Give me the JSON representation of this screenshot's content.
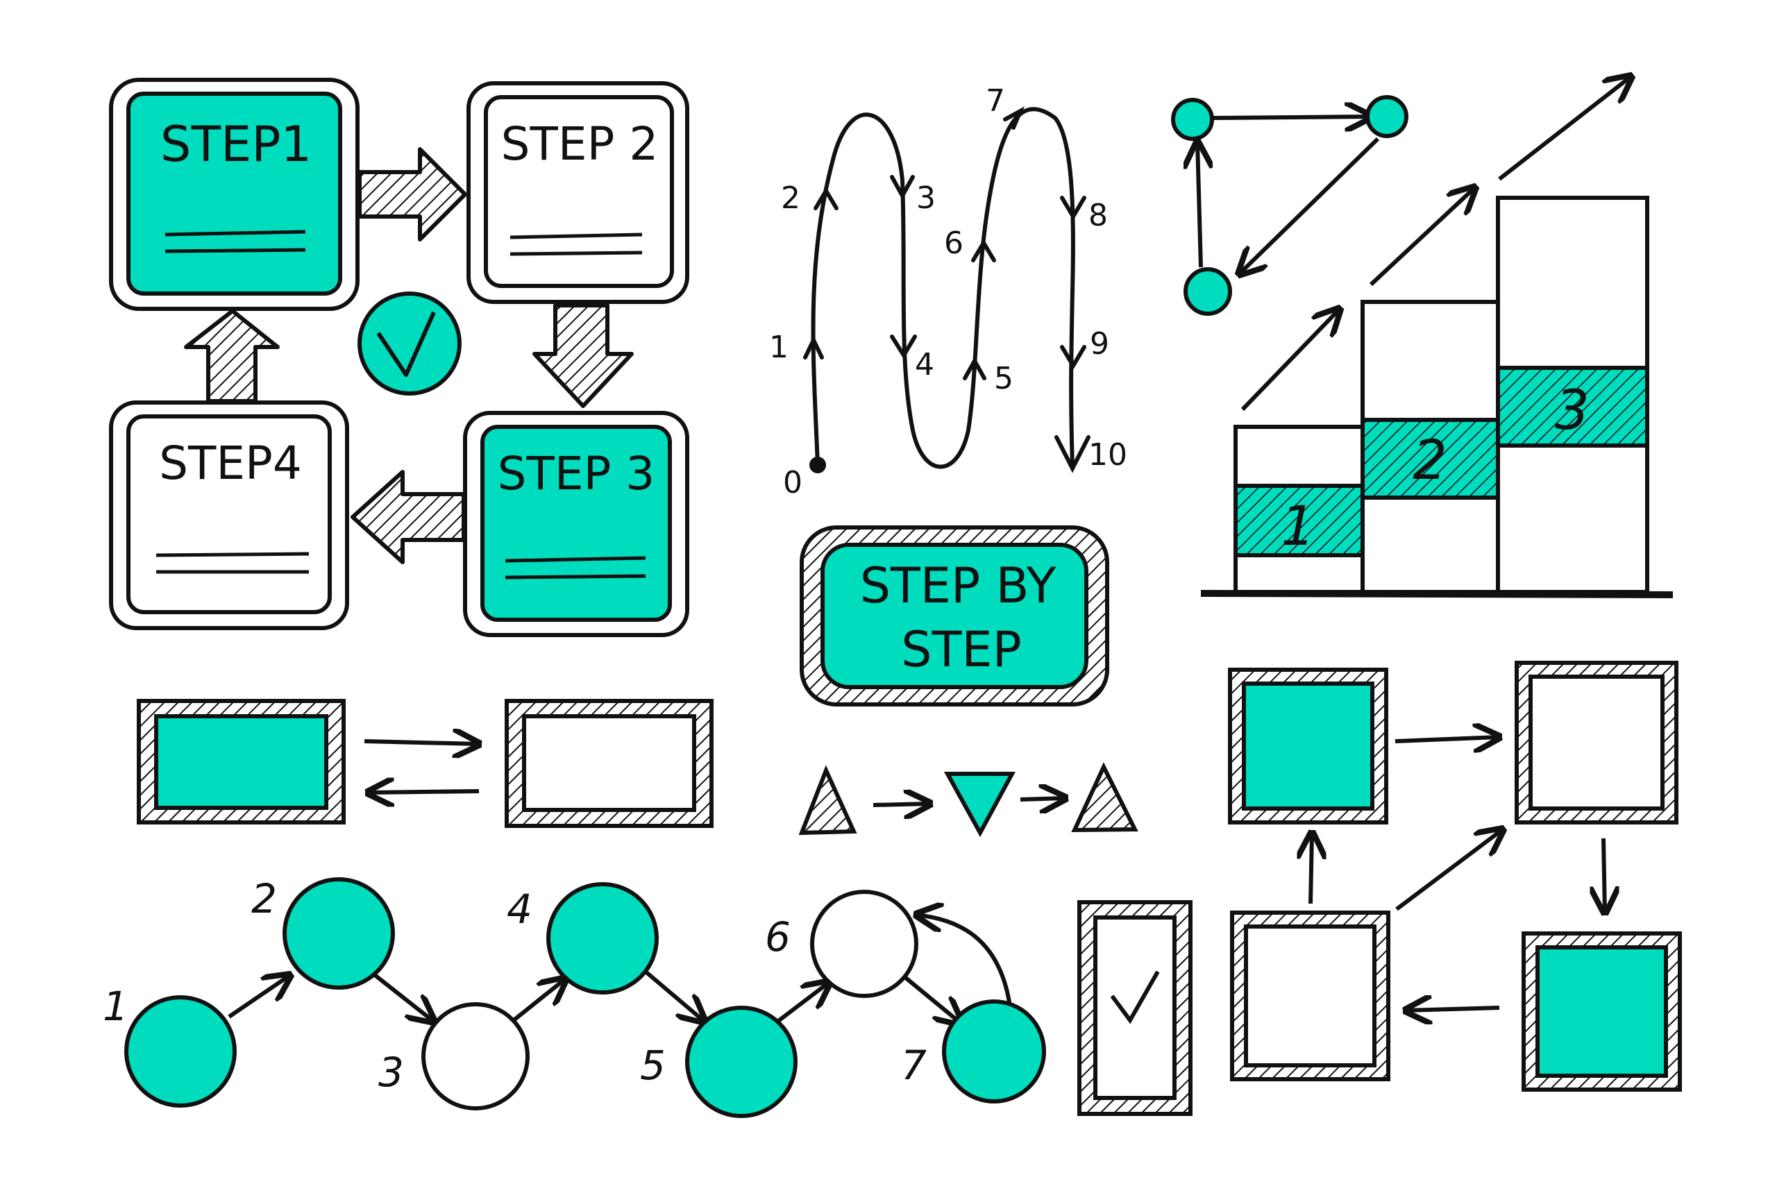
{
  "colors": {
    "accent": "#00DDBE",
    "ink": "#111111",
    "paper": "#FFFFFF"
  },
  "cycle": {
    "steps": [
      {
        "label": "STEP1",
        "filled": true
      },
      {
        "label": "STEP 2",
        "filled": false
      },
      {
        "label": "STEP 3",
        "filled": true
      },
      {
        "label": "STEP4",
        "filled": false
      }
    ],
    "center_icon": "checkmark-icon"
  },
  "zigzag": {
    "labels": [
      "0",
      "1",
      "2",
      "3",
      "4",
      "5",
      "6",
      "7",
      "8",
      "9",
      "10"
    ]
  },
  "badge": {
    "line1": "STEP BY",
    "line2": "STEP"
  },
  "staircase": {
    "levels": [
      "1",
      "2",
      "3"
    ]
  },
  "triangle_sequence": [
    "up-triangle",
    "down-triangle",
    "up-triangle"
  ],
  "node_chain": {
    "nodes": [
      {
        "label": "1",
        "filled": true
      },
      {
        "label": "2",
        "filled": true
      },
      {
        "label": "3",
        "filled": false
      },
      {
        "label": "4",
        "filled": true
      },
      {
        "label": "5",
        "filled": true
      },
      {
        "label": "6",
        "filled": false
      },
      {
        "label": "7",
        "filled": true
      }
    ]
  },
  "square_flow": {
    "squares": [
      {
        "filled": true
      },
      {
        "filled": false
      },
      {
        "filled": true
      },
      {
        "filled": false
      }
    ],
    "check_icon": "checkmark-icon"
  }
}
